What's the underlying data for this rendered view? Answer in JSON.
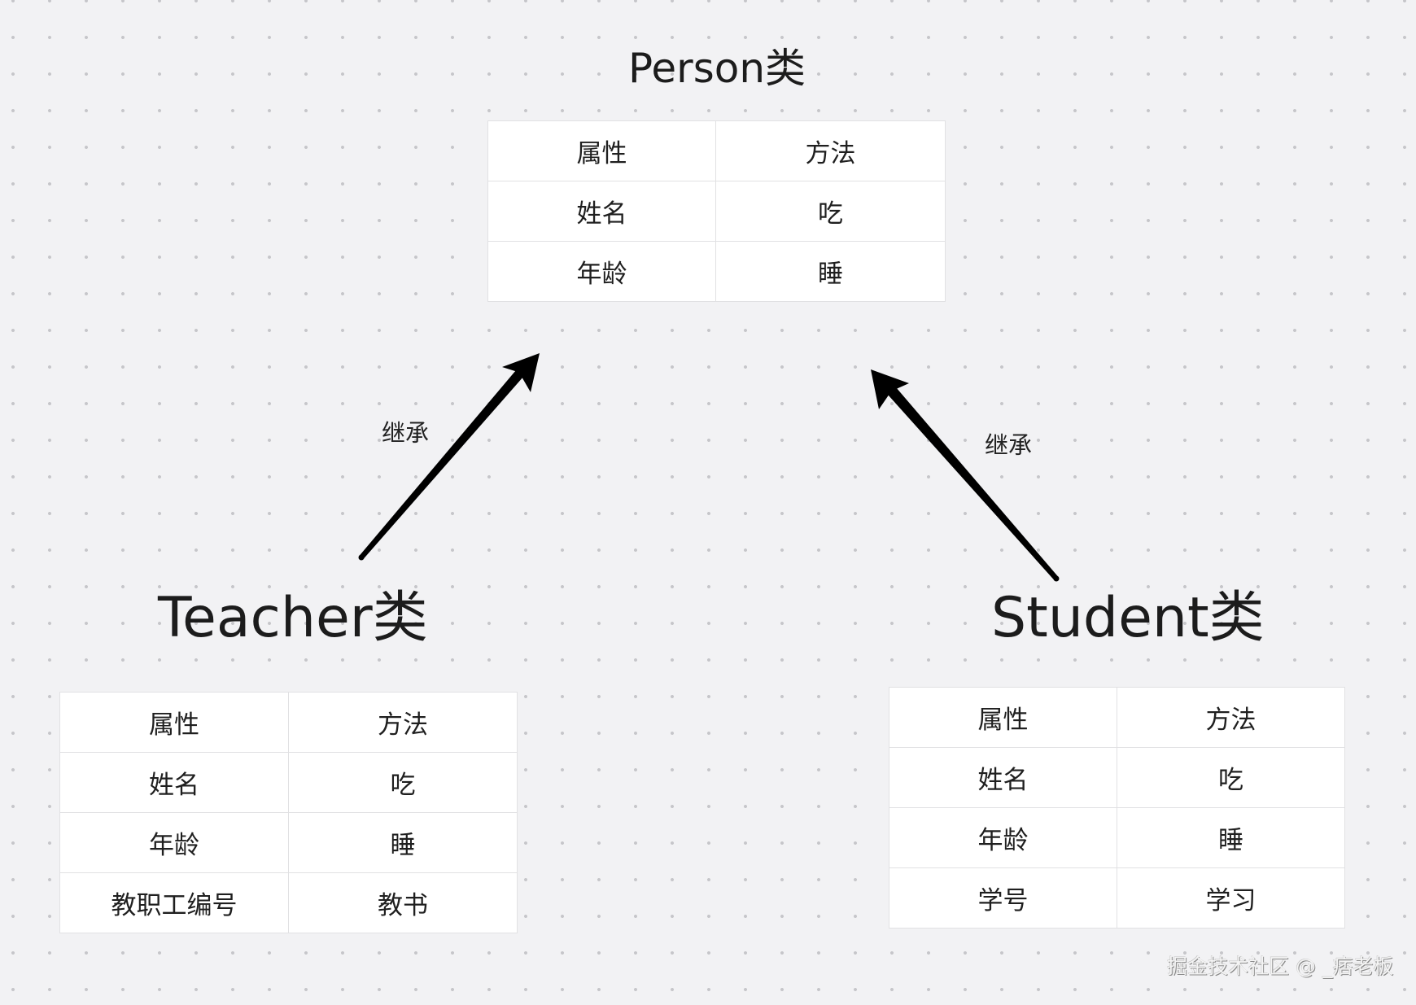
{
  "diagram": {
    "type": "class-inheritance",
    "colors": {
      "background": "#f2f2f4",
      "grid_dot": "#c6c6ca",
      "table_border": "#e1e1e3",
      "table_fill": "#ffffff",
      "text": "#1c1c1c",
      "arrow": "#000000"
    },
    "classes": {
      "person": {
        "title": "Person类",
        "header": [
          "属性",
          "方法"
        ],
        "rows": [
          [
            "姓名",
            "吃"
          ],
          [
            "年龄",
            "睡"
          ]
        ]
      },
      "teacher": {
        "title": "Teacher类",
        "header": [
          "属性",
          "方法"
        ],
        "rows": [
          [
            "姓名",
            "吃"
          ],
          [
            "年龄",
            "睡"
          ],
          [
            "教职工编号",
            "教书"
          ]
        ]
      },
      "student": {
        "title": "Student类",
        "header": [
          "属性",
          "方法"
        ],
        "rows": [
          [
            "姓名",
            "吃"
          ],
          [
            "年龄",
            "睡"
          ],
          [
            "学号",
            "学习"
          ]
        ]
      }
    },
    "edges": [
      {
        "from": "Teacher类",
        "to": "Person类",
        "label": "继承"
      },
      {
        "from": "Student类",
        "to": "Person类",
        "label": "继承"
      }
    ]
  },
  "watermark": "掘金技术社区 @ _痞老板"
}
